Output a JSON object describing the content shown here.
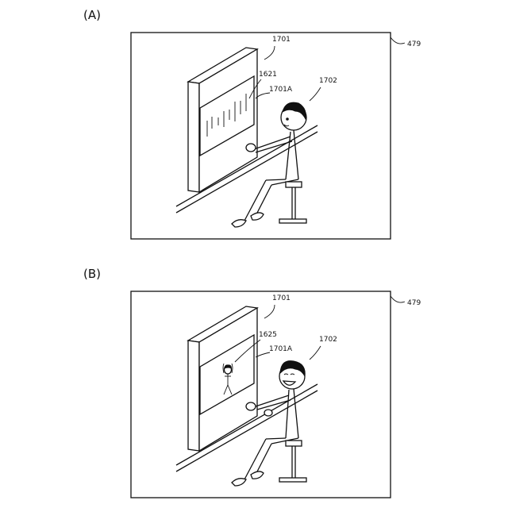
{
  "panels": [
    {
      "label": "(A)",
      "frame_ref": "479",
      "device_ref": "1701",
      "screen_ref": "1701A",
      "content_ref": "1621",
      "person_ref": "1702"
    },
    {
      "label": "(B)",
      "frame_ref": "479",
      "device_ref": "1701",
      "screen_ref": "1701A",
      "content_ref": "1625",
      "person_ref": "1702"
    }
  ]
}
